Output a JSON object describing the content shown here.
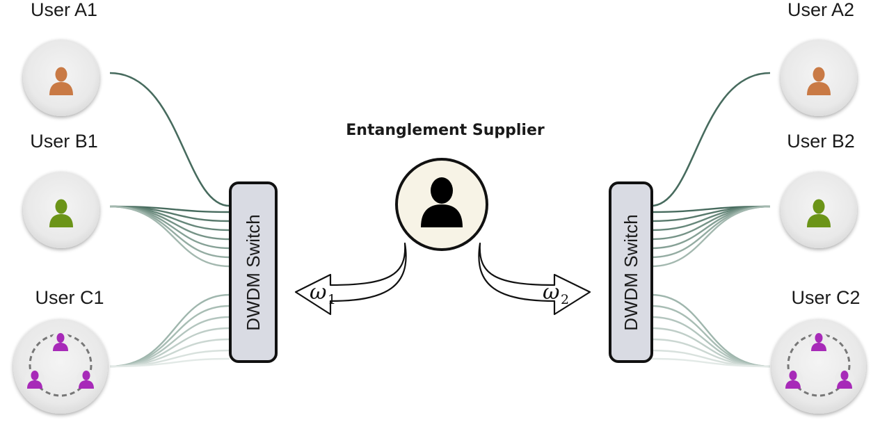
{
  "users": {
    "a1": {
      "label": "User A1"
    },
    "b1": {
      "label": "User B1"
    },
    "c1": {
      "label": "User C1"
    },
    "a2": {
      "label": "User A2"
    },
    "b2": {
      "label": "User B2"
    },
    "c2": {
      "label": "User C2"
    }
  },
  "supplier": {
    "title": "Entanglement Supplier"
  },
  "switches": {
    "left_label": "DWDM Switch",
    "right_label": "DWDM Switch"
  },
  "arrows": {
    "left": {
      "symbol": "ω",
      "subscript": "1"
    },
    "right": {
      "symbol": "ω",
      "subscript": "2"
    }
  },
  "colors": {
    "user_a": "#c97a45",
    "user_b": "#6b9418",
    "user_c": "#a72ab8",
    "supplier_person": "#000000",
    "supplier_fill": "#f7f3e6",
    "switch_fill": "#d9dbe3",
    "fiber": "#476b5e"
  },
  "icons": {
    "user_a": "person-icon",
    "user_b": "person-icon",
    "user_c": "group-of-three-people-icon",
    "supplier": "person-icon"
  }
}
